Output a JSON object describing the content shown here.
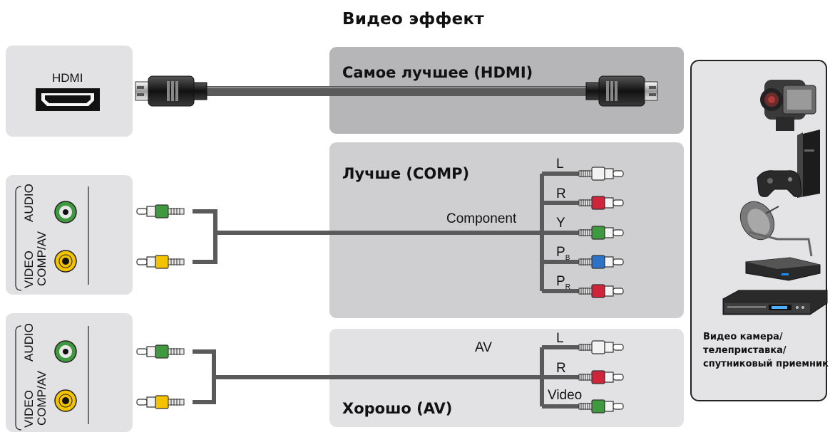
{
  "title": "Видео эффект",
  "panels": {
    "hdmi": {
      "label": "Самое лучшее (HDMI)"
    },
    "comp": {
      "label": "Лучше (COMP)",
      "cable": "Component",
      "plugs": [
        "L",
        "R",
        "Y",
        "P",
        "P"
      ],
      "subs": [
        "B",
        "R"
      ]
    },
    "av": {
      "label": "Хорошо (AV)",
      "cable": "AV",
      "plugs": [
        "L",
        "R",
        "Video"
      ]
    }
  },
  "tv_ports": {
    "hdmi_label": "HDMI",
    "video": "VIDEO",
    "audio": "AUDIO",
    "comp_av": "COMP/AV"
  },
  "devices": {
    "caption": [
      "Видео камера/",
      "телеприставка/",
      "спутниковый приемник"
    ],
    "icons": [
      "camcorder-icon",
      "game-console-icon",
      "satellite-dish-icon",
      "set-top-box-icon",
      "dvd-player-icon"
    ]
  },
  "colors": {
    "white_plug": "#f2f2f2",
    "red_plug": "#d0243a",
    "green_plug": "#3f9a3f",
    "blue_plug": "#2e72c8",
    "yellow_plug": "#f3c300",
    "cable": "#5a5a5a"
  }
}
